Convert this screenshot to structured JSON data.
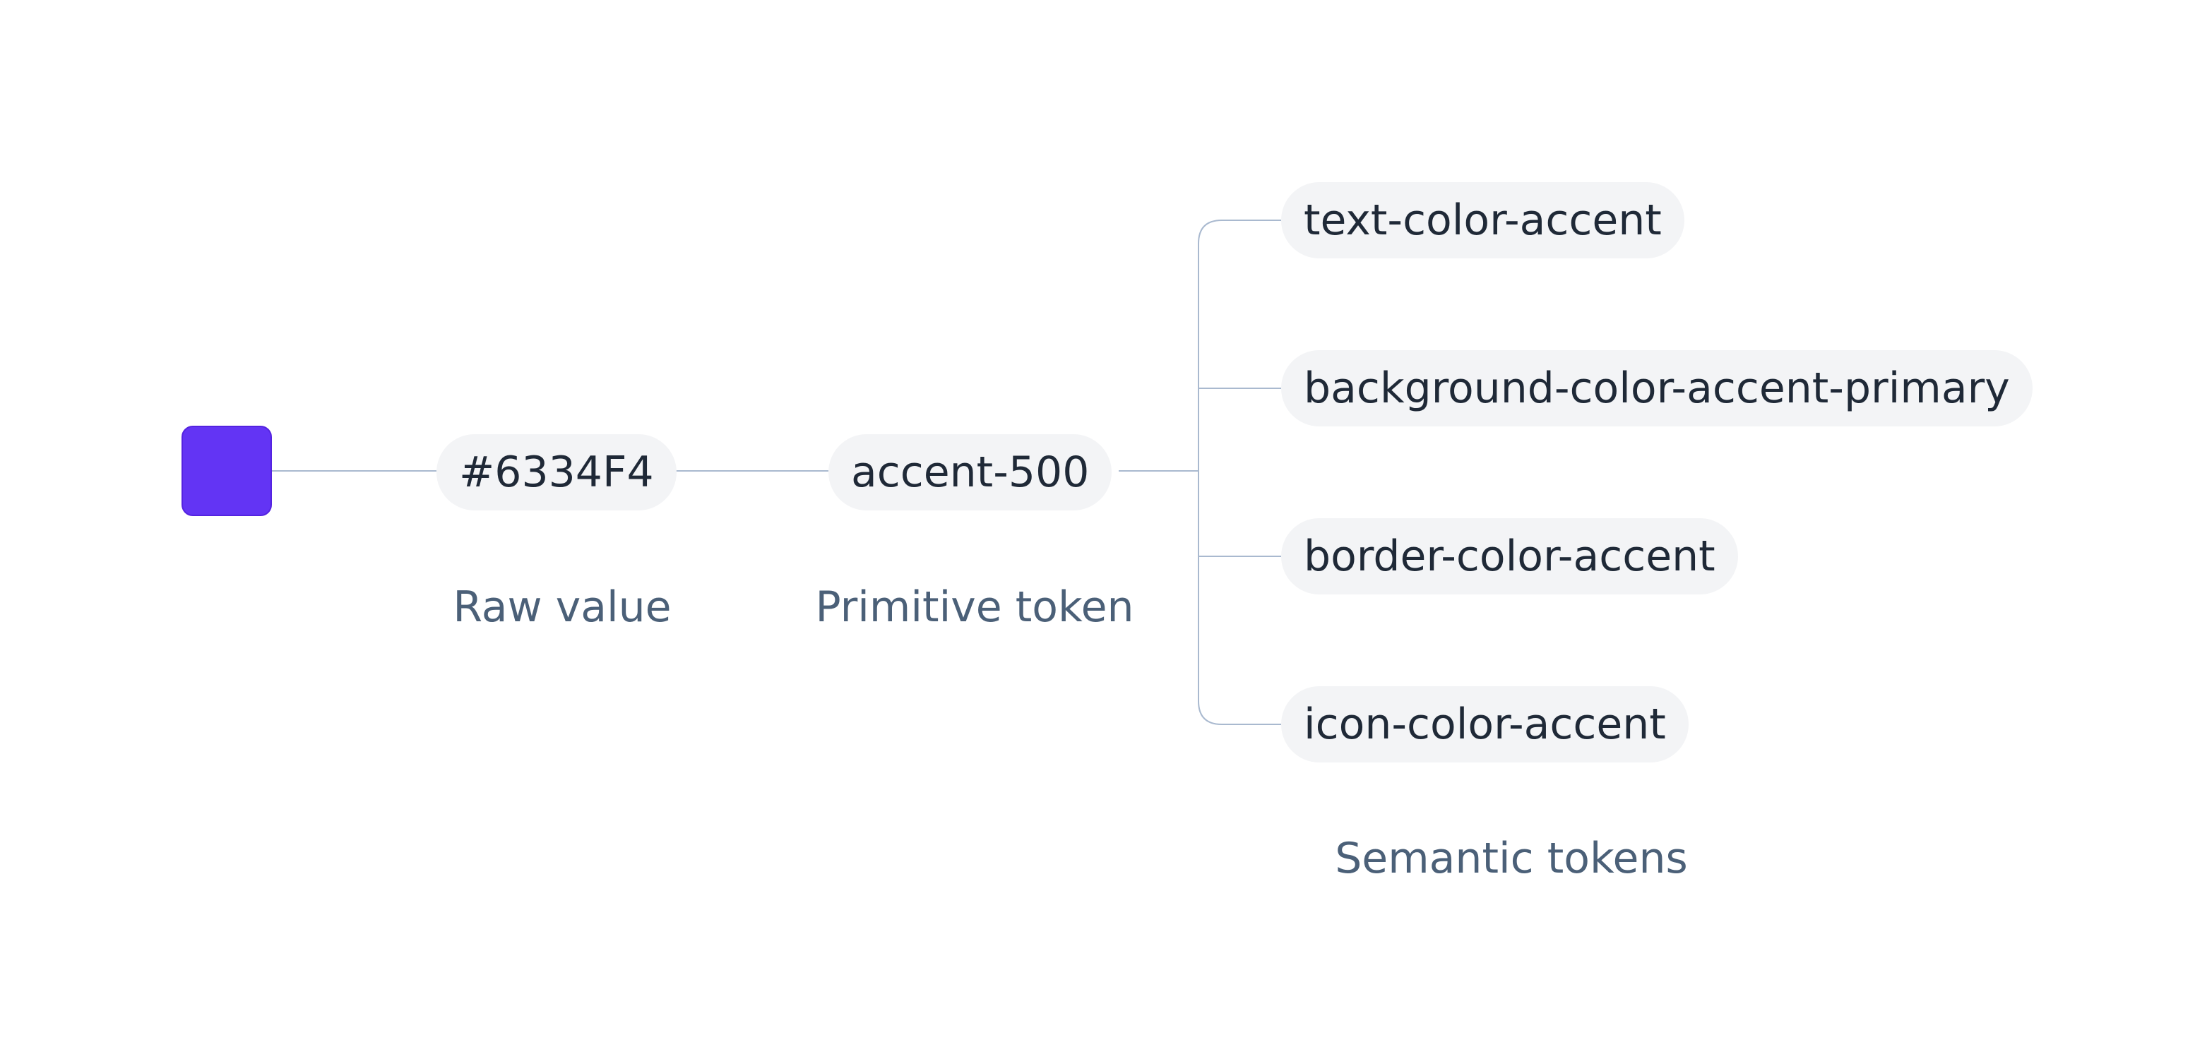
{
  "swatch": {
    "color": "#6334F4",
    "border_color": "#5423E0"
  },
  "raw_value": {
    "label": "#6334F4",
    "caption": "Raw value"
  },
  "primitive_token": {
    "label": "accent-500",
    "caption": "Primitive token"
  },
  "semantic_tokens": {
    "items": [
      {
        "label": "text-color-accent"
      },
      {
        "label": "background-color-accent-primary"
      },
      {
        "label": "border-color-accent"
      },
      {
        "label": "icon-color-accent"
      }
    ],
    "caption": "Semantic tokens"
  },
  "colors": {
    "connector": "#A9B9CF",
    "pill_background": "#F3F4F6",
    "text": "#1F2937",
    "caption": "#4B6078"
  }
}
